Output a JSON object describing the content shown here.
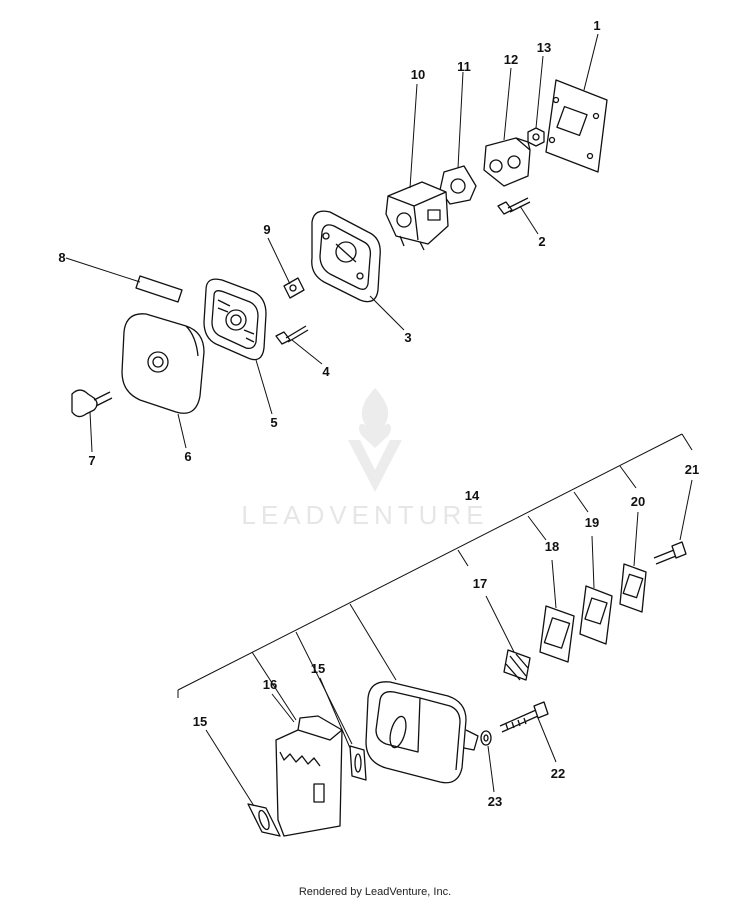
{
  "watermark": {
    "text": "LEADVENTURE"
  },
  "footer": {
    "text": "Rendered by LeadVenture, Inc."
  },
  "callouts": [
    "1",
    "2",
    "3",
    "4",
    "5",
    "6",
    "7",
    "8",
    "9",
    "10",
    "11",
    "12",
    "13",
    "14",
    "15",
    "15",
    "16",
    "17",
    "18",
    "19",
    "20",
    "21",
    "22",
    "23"
  ]
}
